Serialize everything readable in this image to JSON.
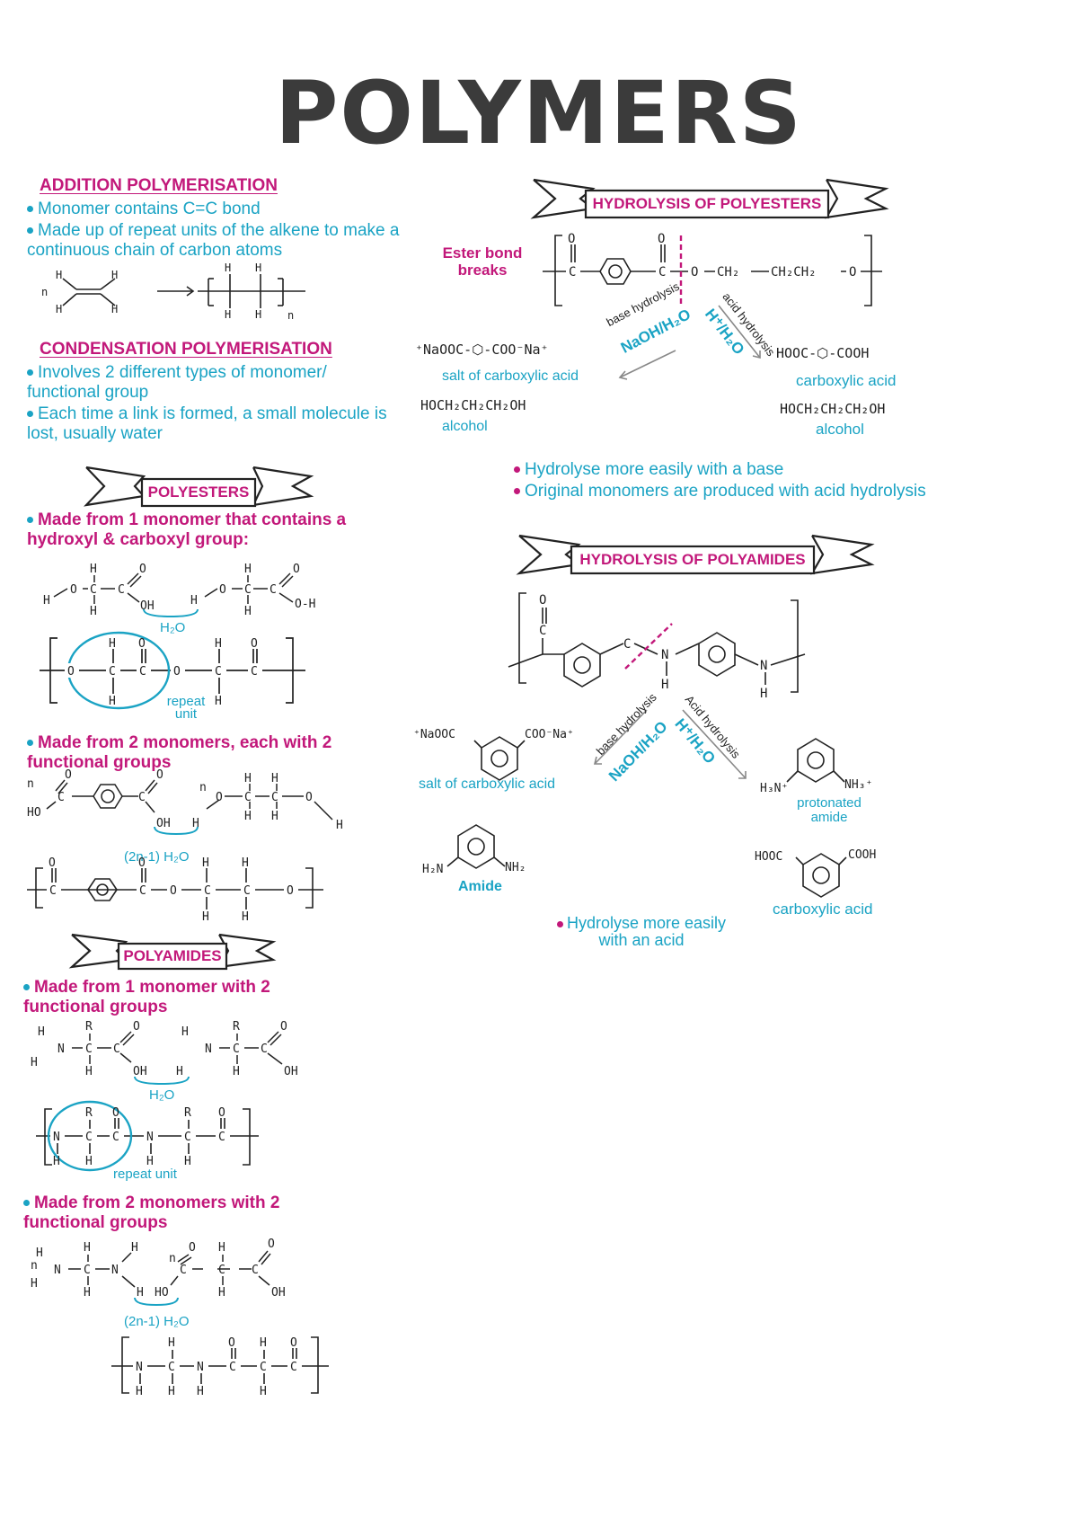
{
  "title": "POLYMERS",
  "addition": {
    "heading": "ADDITION POLYMERISATION",
    "points": [
      "Monomer contains C=C bond",
      "Made up of repeat units of the alkene to make a continuous chain of carbon atoms"
    ],
    "monomer_n": "n",
    "monomer": "H   H\n C=C\nH   H",
    "polymer_n": "n"
  },
  "condensation": {
    "heading": "CONDENSATION POLYMERISATION",
    "points": [
      "Involves 2 different types of monomer/ functional group",
      "Each time a link is formed, a small molecule is lost, usually water"
    ]
  },
  "polyesters": {
    "heading": "POLYESTERS",
    "point1": "Made from 1 monomer that contains a hydroxyl & carboxyl group:",
    "water1": "H₂O",
    "repeat_unit": "repeat unit",
    "point2": "Made from 2 monomers, each with 2 functional groups",
    "water2": "(2n-1) H₂O"
  },
  "polyamides": {
    "heading": "POLYAMIDES",
    "point1": "Made from 1 monomer with 2 functional groups",
    "water1": "H₂O",
    "repeat_unit": "repeat unit",
    "point2": "Made from 2 monomers with 2 functional groups",
    "water2": "(2n-1) H₂O"
  },
  "hydro_polyesters": {
    "heading": "HYDROLYSIS OF POLYESTERS",
    "ester_label": "Ester bond breaks",
    "base_label": "base hydrolysis",
    "base_reagent": "NaOH/H₂O",
    "acid_label": "acid hydrolysis",
    "acid_reagent": "H⁺/H₂O",
    "base_product1": "⁺NaOOC-⬡-COO⁻Na⁺",
    "base_product1_label": "salt of carboxylic acid",
    "base_product2": "HOCH₂CH₂CH₂OH",
    "base_product2_label": "alcohol",
    "acid_product1": "HOOC-⬡-COOH",
    "acid_product1_label": "carboxylic acid",
    "acid_product2": "HOCH₂CH₂CH₂OH",
    "acid_product2_label": "alcohol",
    "notes": [
      "Hydrolyse more easily with a base",
      "Original monomers are produced with acid hydrolysis"
    ]
  },
  "hydro_polyamides": {
    "heading": "HYDROLYSIS OF POLYAMIDES",
    "base_label": "base hydrolysis",
    "base_reagent": "NaOH/H₂O",
    "acid_label": "Acid hydrolysis",
    "acid_reagent": "H⁺/H₂O",
    "salt_formula_left": "⁺NaOOC",
    "salt_formula_right": "COO⁻Na⁺",
    "salt_label": "salt of carboxylic acid",
    "protonated_left": "H₃N⁺",
    "protonated_right": "NH₃⁺",
    "protonated_label": "protonated amide",
    "amide_left": "H₂N",
    "amide_right": "NH₂",
    "amide_label": "Amide",
    "acid2_left": "HOOC",
    "acid2_right": "COOH",
    "acid2_label": "carboxylic acid",
    "note": "Hydrolyse more easily with an acid"
  },
  "colors": {
    "pink": "#c2187a",
    "cyan": "#1aa3c4",
    "ink": "#222222"
  }
}
